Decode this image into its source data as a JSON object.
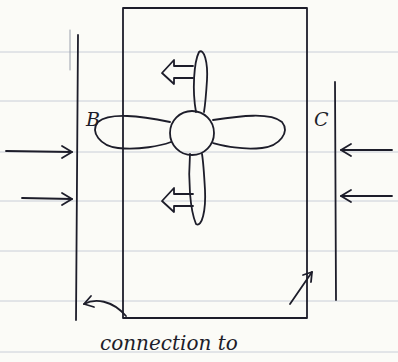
{
  "diagram": {
    "labels": [
      "B",
      "C",
      "connection to"
    ]
  }
}
